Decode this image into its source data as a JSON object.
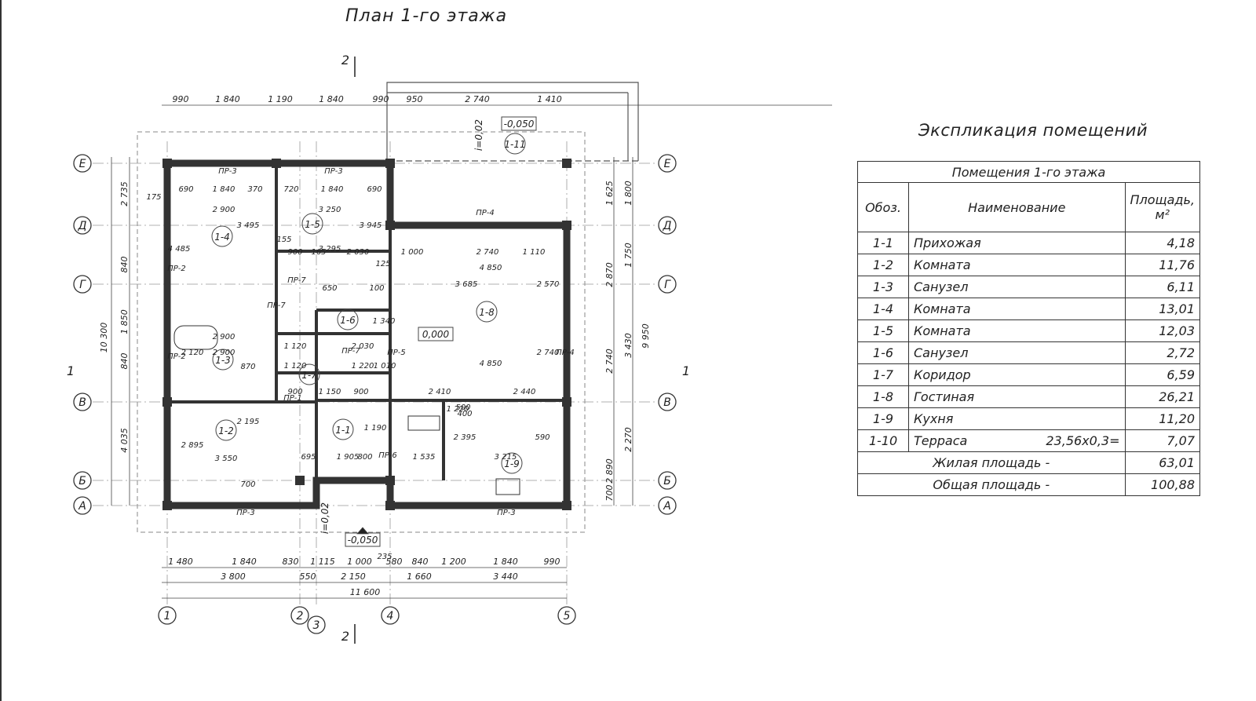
{
  "plan": {
    "title": "План 1-го этажа",
    "section_mark": "2",
    "section_mark_side": "1",
    "axes_letters": [
      "Е",
      "Д",
      "Г",
      "В",
      "Б",
      "А"
    ],
    "axes_numbers": [
      "1",
      "2",
      "3",
      "4",
      "5"
    ],
    "top_dims": [
      "990",
      "1 840",
      "1 190",
      "1 840",
      "990",
      "950",
      "2 740",
      "1 410"
    ],
    "bottom_dims_1": [
      "1 480",
      "1 840",
      "830",
      "1 115",
      "1 000",
      "580",
      "840",
      "1 200",
      "1 840",
      "990"
    ],
    "bottom_dims_2": [
      "3 800",
      "550",
      "2 150",
      "1 660",
      "3 440"
    ],
    "bottom_total": "11 600",
    "left_dims": [
      "2 735",
      "840",
      "1 850",
      "840",
      "4 035"
    ],
    "left_total": "10 300",
    "right_dims_1": [
      "1 625",
      "2 870",
      "2 740",
      "2 890",
      "700"
    ],
    "right_dims_2": [
      "1 800",
      "1 750",
      "3 430",
      "2 270"
    ],
    "right_total": "9 950",
    "rooms": [
      {
        "code": "1-1"
      },
      {
        "code": "1-2"
      },
      {
        "code": "1-3"
      },
      {
        "code": "1-4"
      },
      {
        "code": "1-5"
      },
      {
        "code": "1-6"
      },
      {
        "code": "1-7"
      },
      {
        "code": "1-8"
      },
      {
        "code": "1-9"
      },
      {
        "code": "1-11"
      }
    ],
    "openings": [
      "ПР-3",
      "ПР-3",
      "ПР-4",
      "ПР-2",
      "ПР-2",
      "ПР-7",
      "ПР-7",
      "ПР-7",
      "ПР-1",
      "ПР-3",
      "ПР-3",
      "ПР-5",
      "ПР-6",
      "ПР-4"
    ],
    "levels": [
      "-0,050",
      "0,000",
      "-0,050"
    ],
    "slopes": [
      "i=0,02",
      "i=0,02"
    ],
    "inner_dims": [
      "690",
      "1 840",
      "370",
      "720",
      "1 840",
      "690",
      "2 900",
      "3 250",
      "4 485",
      "3 495",
      "3 295",
      "3 945",
      "900",
      "165",
      "2 030",
      "1 000",
      "2 740",
      "1 110",
      "4 850",
      "3 685",
      "2 570",
      "4 850",
      "2 740",
      "2 900",
      "2 120",
      "870",
      "1 120",
      "1 120",
      "2 030",
      "1 220",
      "1 010",
      "2 410",
      "2 440",
      "900",
      "1 150",
      "900",
      "1 190",
      "1 905",
      "800",
      "1 535",
      "3 215",
      "2 395",
      "1 220",
      "3 550",
      "2 895",
      "2 195",
      "700",
      "695",
      "590",
      "400",
      "500",
      "1 340",
      "2 900",
      "650",
      "100",
      "155",
      "125",
      "175",
      "235"
    ]
  },
  "explication": {
    "title": "Экспликация помещений",
    "caption": "Помещения 1-го этажа",
    "headers": {
      "code": "Обоз.",
      "name": "Наименование",
      "area": "Площадь, м²"
    },
    "rows": [
      {
        "code": "1-1",
        "name": "Прихожая",
        "area": "4,18"
      },
      {
        "code": "1-2",
        "name": "Комната",
        "area": "11,76"
      },
      {
        "code": "1-3",
        "name": "Санузел",
        "area": "6,11"
      },
      {
        "code": "1-4",
        "name": "Комната",
        "area": "13,01"
      },
      {
        "code": "1-5",
        "name": "Комната",
        "area": "12,03"
      },
      {
        "code": "1-6",
        "name": "Санузел",
        "area": "2,72"
      },
      {
        "code": "1-7",
        "name": "Коридор",
        "area": "6,59"
      },
      {
        "code": "1-8",
        "name": "Гостиная",
        "area": "26,21"
      },
      {
        "code": "1-9",
        "name": "Кухня",
        "area": "11,20"
      },
      {
        "code": "1-10",
        "name": "Терраса",
        "calc": "23,56x0,3=",
        "area": "7,07"
      }
    ],
    "living_label": "Жилая площадь -",
    "living_value": "63,01",
    "total_label": "Общая площадь -",
    "total_value": "100,88"
  }
}
